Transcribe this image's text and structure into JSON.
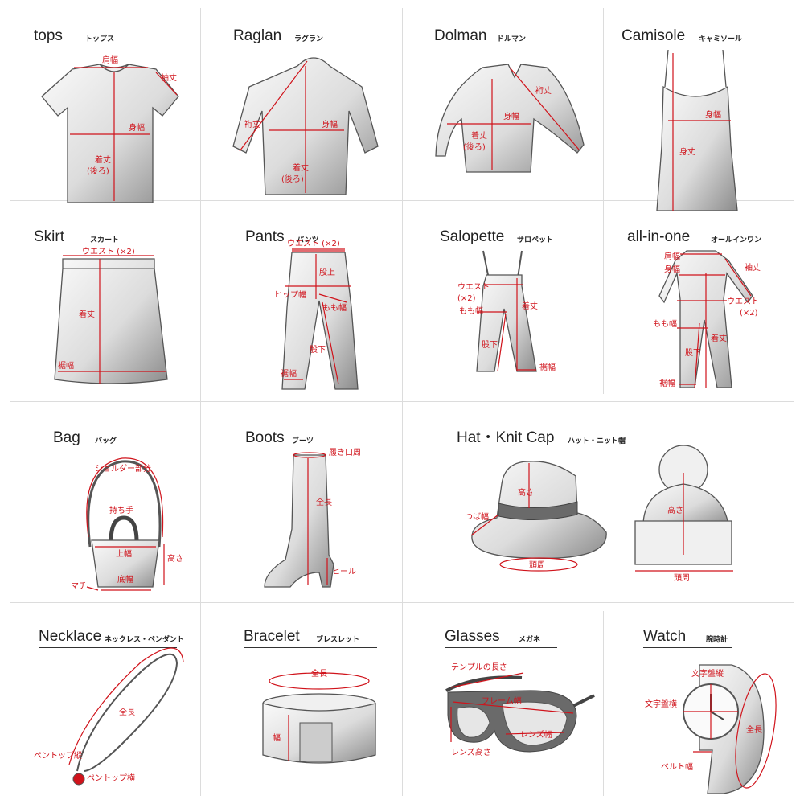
{
  "colors": {
    "measure": "#d0131b",
    "outline": "#555555",
    "grid": "#dcdcdc"
  },
  "items": [
    {
      "en": "tops",
      "jp": "トップス",
      "labels": [
        "肩幅",
        "袖丈",
        "身幅",
        "着丈",
        "(後ろ)"
      ]
    },
    {
      "en": "Raglan",
      "jp": "ラグラン",
      "labels": [
        "裄丈",
        "身幅",
        "着丈",
        "(後ろ)"
      ]
    },
    {
      "en": "Dolman",
      "jp": "ドルマン",
      "labels": [
        "裄丈",
        "身幅",
        "着丈",
        "(後ろ)"
      ]
    },
    {
      "en": "Camisole",
      "jp": "キャミソール",
      "labels": [
        "身幅",
        "身丈"
      ]
    },
    {
      "en": "Skirt",
      "jp": "スカート",
      "labels": [
        "ウエスト (×2)",
        "着丈",
        "裾幅"
      ]
    },
    {
      "en": "Pants",
      "jp": "パンツ",
      "labels": [
        "ウエスト (×2)",
        "股上",
        "ヒップ幅",
        "もも幅",
        "股下",
        "裾幅"
      ]
    },
    {
      "en": "Salopette",
      "jp": "サロペット",
      "labels": [
        "ウエスト",
        "(×2)",
        "着丈",
        "もも幅",
        "股下",
        "裾幅"
      ]
    },
    {
      "en": "all-in-one",
      "jp": "オールインワン",
      "labels": [
        "肩幅",
        "袖丈",
        "身幅",
        "ウエスト",
        "(×2)",
        "もも幅",
        "着丈",
        "股下",
        "裾幅"
      ]
    },
    {
      "en": "Bag",
      "jp": "バッグ",
      "labels": [
        "ショルダー部分",
        "持ち手",
        "上幅",
        "高さ",
        "底幅",
        "マチ"
      ]
    },
    {
      "en": "Boots",
      "jp": "ブーツ",
      "labels": [
        "履き口周",
        "全長",
        "ヒール"
      ]
    },
    {
      "en": "Hat・Knit Cap",
      "jp": "ハット・ニット帽",
      "labels": [
        "高さ",
        "つば幅",
        "頭周",
        "高さ",
        "頭周"
      ]
    },
    {
      "en": "Necklace",
      "jp": "ネックレス・ペンダント",
      "labels": [
        "全長",
        "ペントップ縦",
        "ペントップ横"
      ]
    },
    {
      "en": "Bracelet",
      "jp": "ブレスレット",
      "labels": [
        "全長",
        "幅"
      ]
    },
    {
      "en": "Glasses",
      "jp": "メガネ",
      "labels": [
        "テンプルの長さ",
        "フレーム幅",
        "レンズ幅",
        "レンズ高さ"
      ]
    },
    {
      "en": "Watch",
      "jp": "腕時計",
      "labels": [
        "文字盤縦",
        "文字盤横",
        "全長",
        "ベルト幅"
      ]
    }
  ]
}
